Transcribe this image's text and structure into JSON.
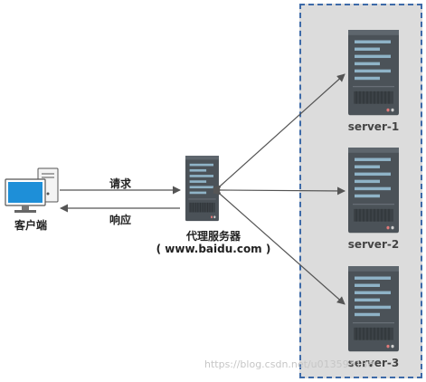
{
  "client": {
    "label": "客户端",
    "icon": "computer-icon"
  },
  "proxy": {
    "title": "代理服务器",
    "host": "( www.baidu.com )",
    "icon": "server-icon"
  },
  "request_label": "请求",
  "response_label": "响应",
  "servers": [
    {
      "label": "server-1",
      "icon": "server-icon"
    },
    {
      "label": "server-2",
      "icon": "server-icon"
    },
    {
      "label": "server-3",
      "icon": "server-icon"
    }
  ],
  "watermark": "https://blog.csdn.net/u013593138",
  "colors": {
    "region_fill": "#dcdcdc",
    "region_border": "#3d6aa8",
    "server_body": "#4b5258",
    "arrow": "#555555"
  }
}
